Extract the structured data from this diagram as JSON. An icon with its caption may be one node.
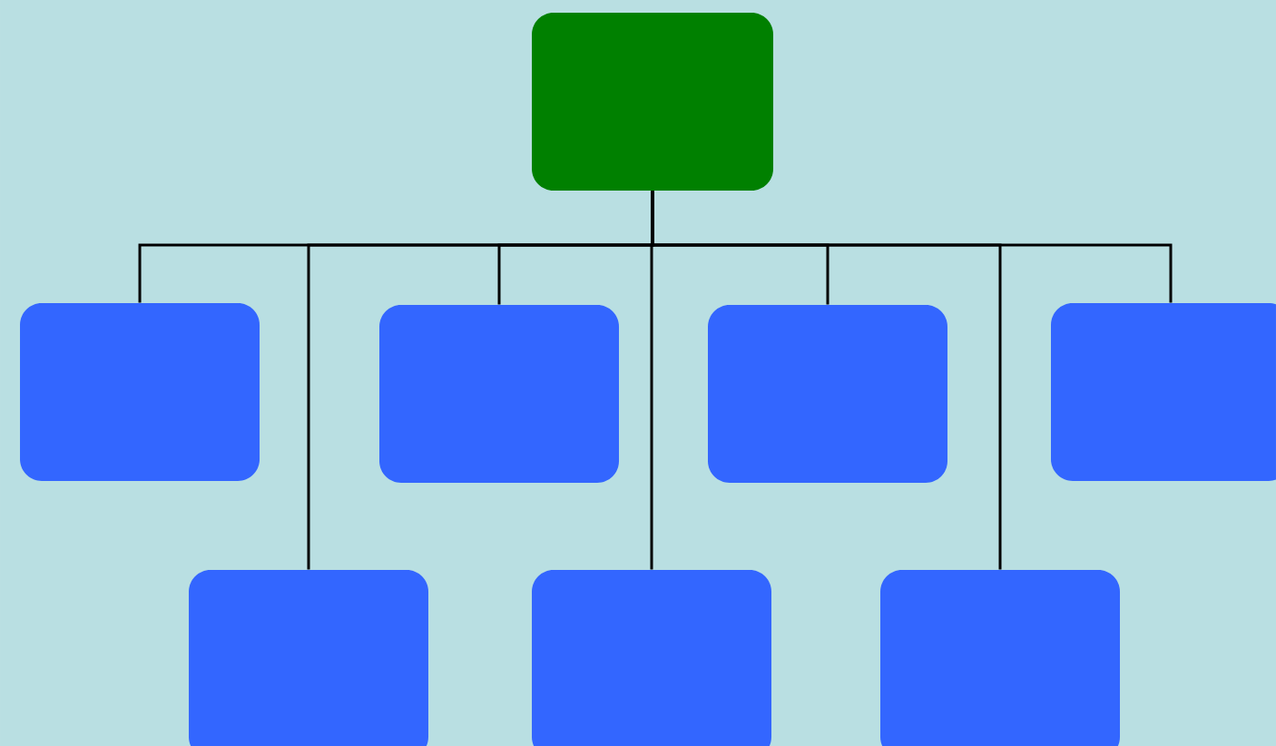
{
  "diagram": {
    "nodes": [
      {
        "text": [],
        "shape": "box"
      },
      {
        "text": [],
        "shape": "box"
      },
      {
        "text": [],
        "shape": "box"
      },
      {
        "text": [],
        "shape": "box"
      },
      {
        "text": [],
        "shape": "box"
      },
      {
        "text": [],
        "shape": "box"
      },
      {
        "text": [],
        "shape": "box"
      },
      {
        "text": [],
        "shape": "box"
      }
    ],
    "edges": [
      {
        "from": 0,
        "to": 1,
        "arrow": "none"
      },
      {
        "from": 0,
        "to": 5,
        "arrow": "none"
      },
      {
        "from": 0,
        "to": 2,
        "arrow": "none"
      },
      {
        "from": 0,
        "to": 6,
        "arrow": "none"
      },
      {
        "from": 0,
        "to": 3,
        "arrow": "none"
      },
      {
        "from": 0,
        "to": 7,
        "arrow": "none"
      },
      {
        "from": 0,
        "to": 4,
        "arrow": "none"
      }
    ]
  }
}
